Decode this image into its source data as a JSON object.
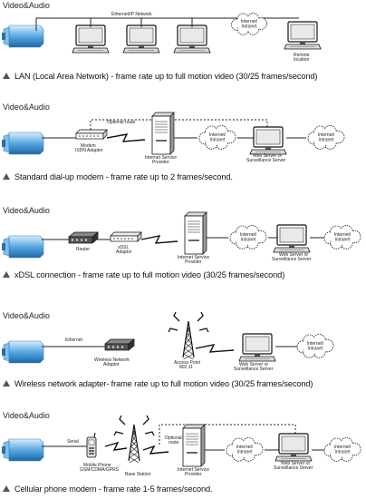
{
  "panels": [
    {
      "heading": "Video&Audio",
      "caption": "LAN (Local Area Network) - frame rate up to full motion video (30/25 frames/second)",
      "labels": {
        "network": "Ethernet/IP Network",
        "cloud": [
          "Internet/",
          "Intranet"
        ],
        "remote": [
          "Remote",
          "location"
        ]
      }
    },
    {
      "heading": "Video&Audio",
      "caption": "Standard dial-up modem - frame rate up to 2 frames/second.",
      "labels": {
        "optional": "Optional route",
        "modem": [
          "Modem",
          "ISDN Adaptor"
        ],
        "isp": [
          "Internet Service",
          "Provider"
        ],
        "cloud": [
          "Internet/",
          "Intranet"
        ],
        "server": [
          "Web Server or",
          "Surveillance Server"
        ]
      }
    },
    {
      "heading": "Video&Audio",
      "caption": "xDSL connection - frame rate up to full motion video (30/25 frames/second)",
      "labels": {
        "router": "Router",
        "xdsl": [
          "xDSL",
          "Adaptor"
        ],
        "isp": [
          "Internet Service",
          "Provider"
        ],
        "cloud": [
          "Internet/",
          "Intranet"
        ],
        "server": [
          "Web Server or",
          "Surveillance Server"
        ]
      }
    },
    {
      "heading": "Video&Audio",
      "caption": "Wireless network adapter- frame rate up to full motion video (30/25 frames/second)",
      "labels": {
        "ethernet": "Ethernet",
        "adaptor": [
          "Wireless Network",
          "Adaptor"
        ],
        "ap": [
          "Access Point",
          "802.11"
        ],
        "server": [
          "Web Server or",
          "Surveillance Server"
        ],
        "cloud": [
          "Internet/",
          "Intranet"
        ]
      }
    },
    {
      "heading": "Video&Audio",
      "caption": "Cellular phone modem - frame rate 1-5 frames/second.",
      "labels": {
        "serial": "Serial",
        "phone": [
          "Mobile Phone",
          "GSM/CDMA/GPRS"
        ],
        "base": "Base Station",
        "optional": [
          "Optional",
          "route"
        ],
        "isp": [
          "Internet Service",
          "Provider"
        ],
        "cloud": [
          "Internet/",
          "Intranet"
        ],
        "server": [
          "Web Server or",
          "Surveillance Server"
        ]
      }
    }
  ]
}
